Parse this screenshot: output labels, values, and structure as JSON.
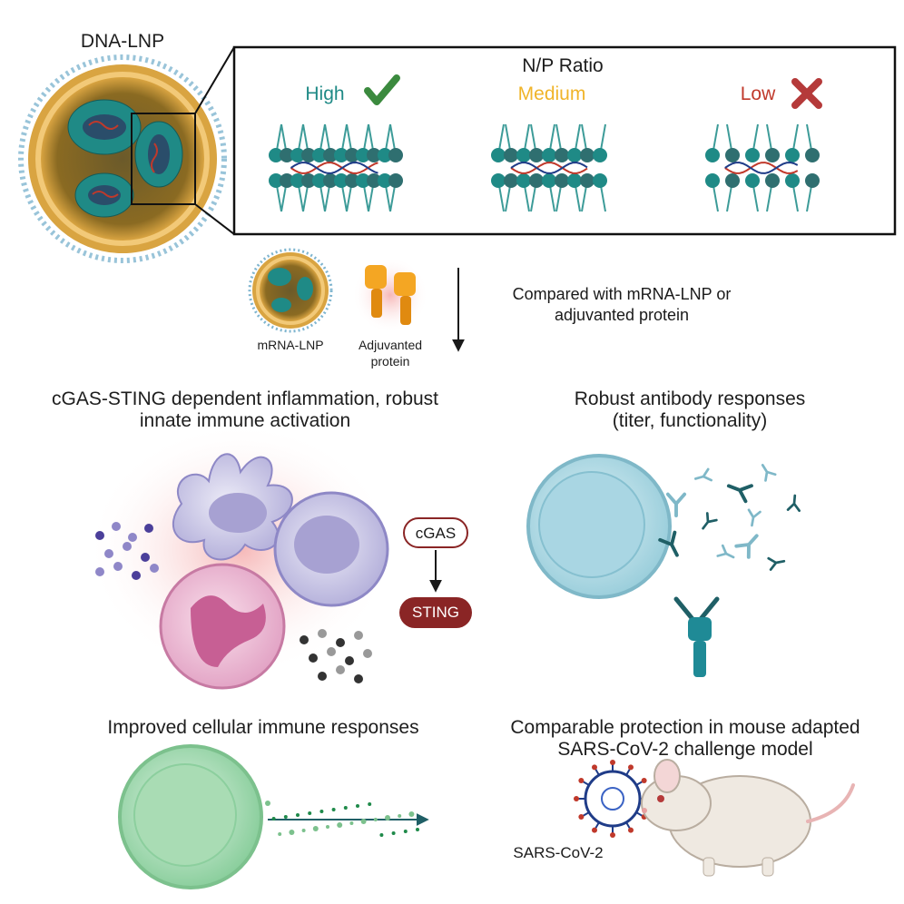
{
  "dna_lnp_label": "DNA-LNP",
  "np_ratio": {
    "title": "N/P Ratio",
    "levels": [
      {
        "label": "High",
        "color": "#1f8a86"
      },
      {
        "label": "Medium",
        "color": "#f0b429"
      },
      {
        "label": "Low",
        "color": "#c0392b"
      }
    ]
  },
  "comparison": {
    "mrna_lnp_label": "mRNA-LNP",
    "adjuvanted_label_line1": "Adjuvanted",
    "adjuvanted_label_line2": "protein",
    "note_line1": "Compared with mRNA-LNP or",
    "note_line2": "adjuvanted protein"
  },
  "innate": {
    "title_line1": "cGAS-STING dependent inflammation, robust",
    "title_line2": "innate immune activation",
    "cgas_label": "cGAS",
    "sting_label": "STING"
  },
  "antibody": {
    "title_line1": "Robust antibody responses",
    "title_line2": "(titer, functionality)"
  },
  "cellular": {
    "title": "Improved cellular immune responses"
  },
  "protection": {
    "title_line1": "Comparable protection in mouse adapted",
    "title_line2": "SARS-CoV-2 challenge model",
    "virus_label": "SARS-CoV-2"
  },
  "colors": {
    "teal": "#1f8a86",
    "teal_dark": "#2f6f70",
    "lnp_shell": "#d9a441",
    "check_green": "#3b8a3e",
    "cross_red": "#b53a3a",
    "sting_bg": "#8a2525"
  }
}
